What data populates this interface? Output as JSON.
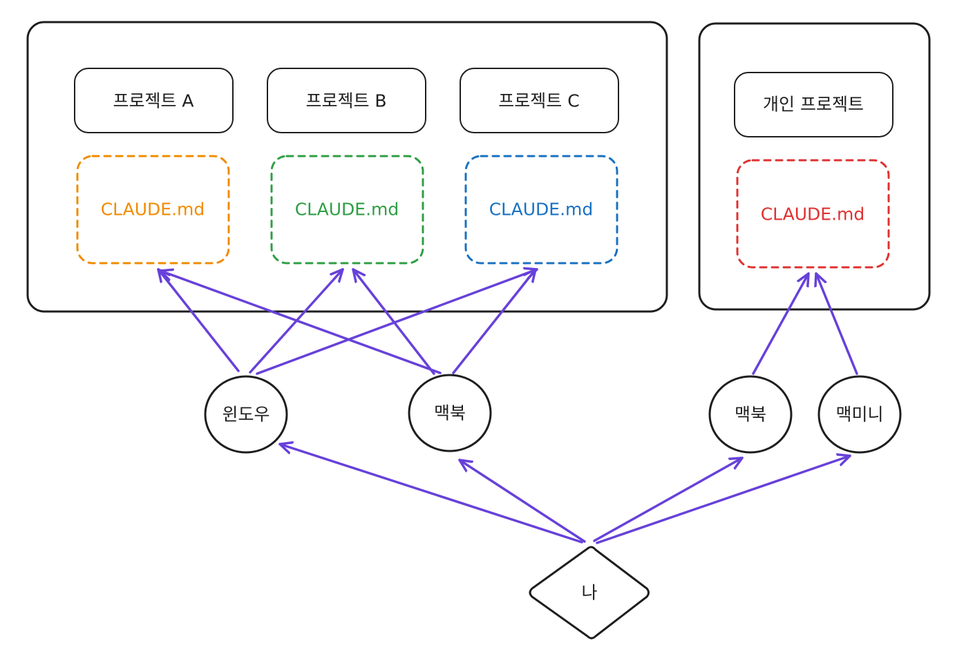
{
  "work_group": {
    "projects": [
      {
        "label": "프로젝트 A",
        "claude_label": "CLAUDE.md",
        "color": "#f08c00"
      },
      {
        "label": "프로젝트 B",
        "claude_label": "CLAUDE.md",
        "color": "#2f9e44"
      },
      {
        "label": "프로젝트 C",
        "claude_label": "CLAUDE.md",
        "color": "#1971c2"
      }
    ]
  },
  "personal_group": {
    "project": {
      "label": "개인 프로젝트",
      "claude_label": "CLAUDE.md",
      "color": "#e03131"
    }
  },
  "devices": {
    "work": [
      {
        "label": "윈도우"
      },
      {
        "label": "맥북"
      }
    ],
    "personal": [
      {
        "label": "맥북"
      },
      {
        "label": "맥미니"
      }
    ]
  },
  "user": {
    "label": "나"
  },
  "colors": {
    "arrow": "#6741d9",
    "stroke": "#1e1e1e"
  }
}
